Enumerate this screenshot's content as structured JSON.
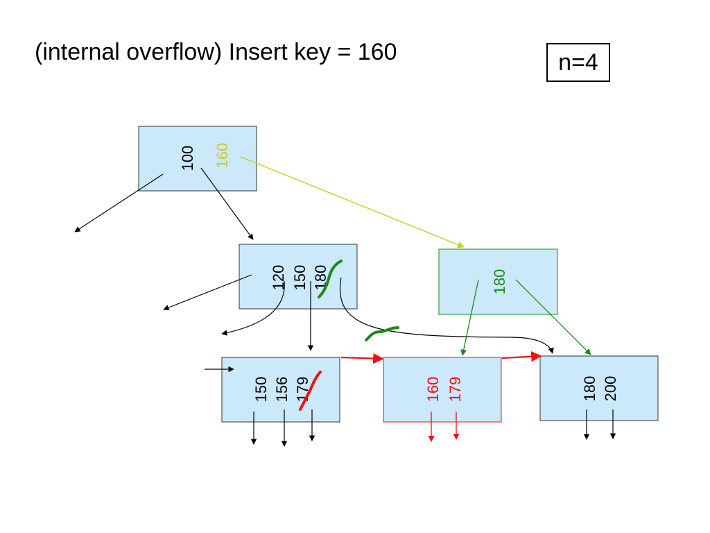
{
  "title": "(internal overflow) Insert key = 160",
  "order_label": "n=4",
  "nodes": {
    "root": {
      "keys": [
        "100",
        "160"
      ]
    },
    "internal_left": {
      "keys": [
        "120",
        "150",
        "180"
      ]
    },
    "internal_right": {
      "keys": [
        "180"
      ]
    },
    "leaf_left": {
      "keys": [
        "150",
        "156",
        "179"
      ]
    },
    "leaf_new": {
      "keys": [
        "160",
        "179"
      ]
    },
    "leaf_right": {
      "keys": [
        "180",
        "200"
      ]
    }
  },
  "colors": {
    "node_fill": "#cce8fb",
    "black": "#000000",
    "yellow": "#cccc22",
    "green": "#1a8a1a",
    "red": "#ee1111"
  }
}
